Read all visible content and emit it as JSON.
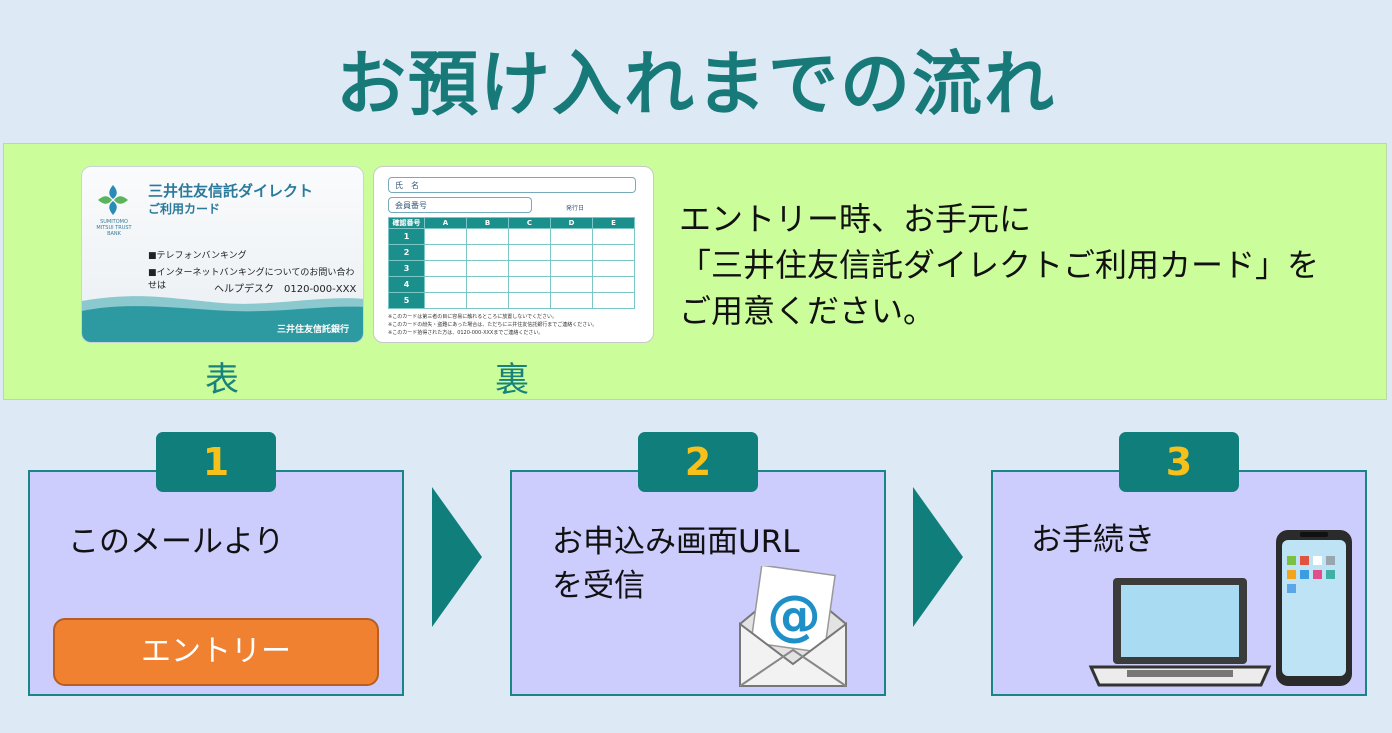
{
  "title": "お預け入れまでの流れ",
  "card_front": {
    "logo_subtext": "SUMITOMO MITSUI TRUST BANK",
    "name": "三井住友信託ダイレクト",
    "subtitle": "ご利用カード",
    "line1": "■テレフォンバンキング",
    "line2": "■インターネットバンキングについてのお問い合わせは",
    "help": "ヘルプデスク　0120-000-XXX",
    "bank": "三井住友信託銀行"
  },
  "card_back": {
    "name_label": "氏　名",
    "member_label": "会員番号",
    "issue_label": "発行日",
    "header_row_label": "確認番号",
    "columns": [
      "A",
      "B",
      "C",
      "D",
      "E"
    ],
    "rows": [
      "1",
      "2",
      "3",
      "4",
      "5"
    ],
    "note1": "※このカードは第三者の目に容易に触れるところに放置しないでください。",
    "note2": "※このカードの紛失・盗難にあった場合は、ただちに三井住友信託銀行までご連絡ください。",
    "note3": "※このカード拾得された方は、0120-000-XXXまでご連絡ください。"
  },
  "labels": {
    "front": "表",
    "back": "裏"
  },
  "instruction": {
    "line1": "エントリー時、お手元に",
    "line2": "「三井住友信託ダイレクトご利用カード」を",
    "line3": "ご用意ください。"
  },
  "steps": [
    {
      "number": "1",
      "text": "このメールより",
      "button": "エントリー"
    },
    {
      "number": "2",
      "text_line1": "お申込み画面URL",
      "text_line2": "を受信"
    },
    {
      "number": "3",
      "text": "お手続き"
    }
  ],
  "colors": {
    "accent": "#107e7a",
    "number": "#f6c11a",
    "panel_green": "#ccfd9b",
    "step_bg": "#ccccfd",
    "button": "#ef8131"
  },
  "icons": [
    "arrow-right-icon",
    "mail-icon",
    "laptop-icon",
    "smartphone-icon"
  ]
}
